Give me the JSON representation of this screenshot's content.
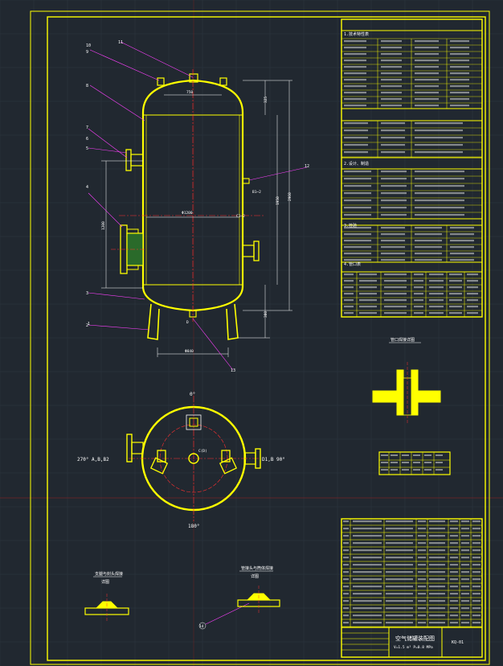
{
  "drawing": {
    "title_block_title": "空气储罐装配图",
    "title_block_subtitle": "V=1.5 m³  P=0.8 MPa",
    "drawing_number": "KQ-01",
    "section_1_title": "1.技术特性表",
    "section_2_title": "2.设计、制造",
    "section_3_title": "3.检验",
    "nozzle_table_title": "4.管口表"
  },
  "elevation_view": {
    "part_callouts": [
      "11",
      "10",
      "9",
      "8",
      "7",
      "6",
      "5",
      "4",
      "3",
      "2",
      "1",
      "12",
      "13"
    ],
    "dims": {
      "top_width": "750",
      "shell_diameter": "Φ1200",
      "leg_spacing": "Φ840",
      "total_height": "2960",
      "straight_height": "1950",
      "leg_height": "300",
      "head_height": "325",
      "nozzle_height": "1200"
    },
    "nozzle_marks": [
      "B1~2",
      "C1~2",
      "D"
    ]
  },
  "plan_view": {
    "angle_top": "0°",
    "angle_left": "270°  A,B,B2",
    "angle_right": "D1,B  90°",
    "angle_bottom": "180°",
    "center_mark": "C(D)",
    "callout": "14"
  },
  "details": {
    "detail_1_title": "支腿与封头焊接",
    "detail_1_sub": "详图",
    "detail_2_title": "管接头与筒体焊接",
    "detail_2_sub": "详图",
    "detail_3_title": "管口焊接详图",
    "detail_4_title": "法兰焊接"
  },
  "colors": {
    "background": "#212830",
    "frame": "#ffff00",
    "leader": "#ff40ff",
    "centerline": "#ff3030",
    "text": "#ffffff",
    "grid": "#2e3640"
  }
}
